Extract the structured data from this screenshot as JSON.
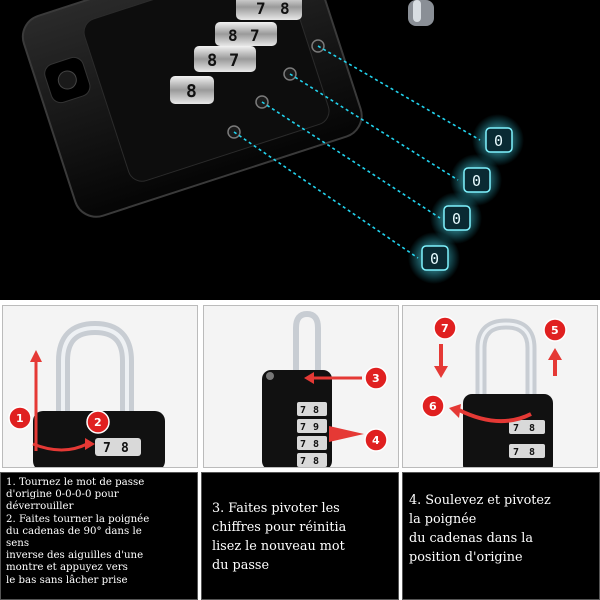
{
  "hero": {
    "lock_digits": [
      "7",
      "8",
      "8",
      "7",
      "8",
      "7",
      "8"
    ],
    "reset_digits": [
      "0",
      "0",
      "0",
      "0"
    ],
    "accent_color": "#22d3ee"
  },
  "panel1": {
    "badges": [
      "1",
      "2"
    ],
    "wheel_digits": [
      "7",
      "8"
    ]
  },
  "panel2": {
    "badges": [
      "3",
      "4"
    ],
    "wheel_rows": [
      [
        "7",
        "8"
      ],
      [
        "7",
        "9"
      ],
      [
        "7",
        "8"
      ],
      [
        "7",
        "8"
      ]
    ]
  },
  "panel3": {
    "badges": [
      "7",
      "5",
      "6"
    ],
    "wheel_rows": [
      [
        "7",
        "8"
      ],
      [
        "7",
        "8"
      ]
    ]
  },
  "captions": {
    "step1": [
      "1. Tournez le mot de passe",
      "d'origine 0-0-0-0 pour",
      "déverrouiller",
      "2. Faites tourner la poignée",
      "du cadenas de 90° dans le",
      "sens",
      "inverse des aiguilles d'une",
      "montre et appuyez vers",
      "le bas sans lâcher prise"
    ],
    "step2": [
      "3. Faites pivoter les",
      "chiffres pour réinitia",
      "lisez le nouveau mot",
      "du passe"
    ],
    "step3": [
      "4. Soulevez et pivotez",
      "la poignée",
      "du cadenas dans la",
      "position d'origine"
    ]
  },
  "colors": {
    "badge_red": "#e02020",
    "arrow_red": "#e53935",
    "lock_body": "#111111",
    "shackle": "#c8cdd3"
  }
}
